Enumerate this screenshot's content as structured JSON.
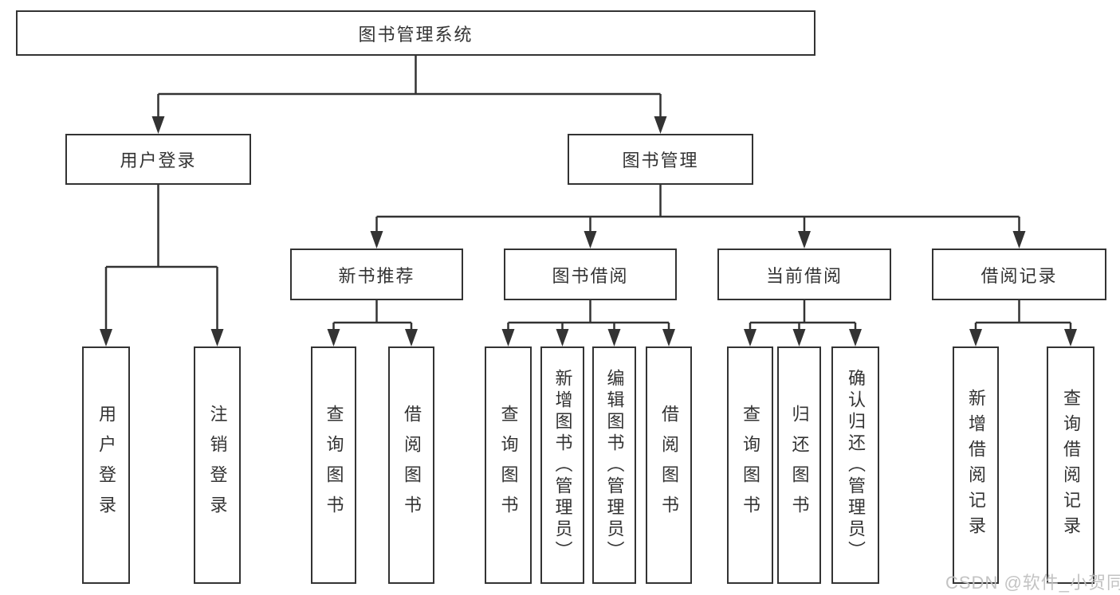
{
  "diagram_title": "图书管理系统",
  "tree": {
    "root": {
      "label": "图书管理系统"
    },
    "branches": [
      {
        "label": "用户登录",
        "children": [
          {
            "label": "用户登录"
          },
          {
            "label": "注销登录"
          }
        ]
      },
      {
        "label": "图书管理",
        "children": [
          {
            "label": "新书推荐",
            "children": [
              {
                "label": "查询图书"
              },
              {
                "label": "借阅图书"
              }
            ]
          },
          {
            "label": "图书借阅",
            "children": [
              {
                "label": "查询图书"
              },
              {
                "label": "新增图书（管理员）"
              },
              {
                "label": "编辑图书（管理员）"
              },
              {
                "label": "借阅图书"
              }
            ]
          },
          {
            "label": "当前借阅",
            "children": [
              {
                "label": "查询图书"
              },
              {
                "label": "归还图书"
              },
              {
                "label": "确认归还（管理员）"
              }
            ]
          },
          {
            "label": "借阅记录",
            "children": [
              {
                "label": "新增借阅记录"
              },
              {
                "label": "查询借阅记录"
              }
            ]
          }
        ]
      }
    ]
  },
  "watermark": "CSDN @软件_小贺同学",
  "colors": {
    "line": "#333333",
    "box_border": "#333333",
    "text": "#333333",
    "watermark": "#c0c0c0",
    "background": "#ffffff"
  }
}
